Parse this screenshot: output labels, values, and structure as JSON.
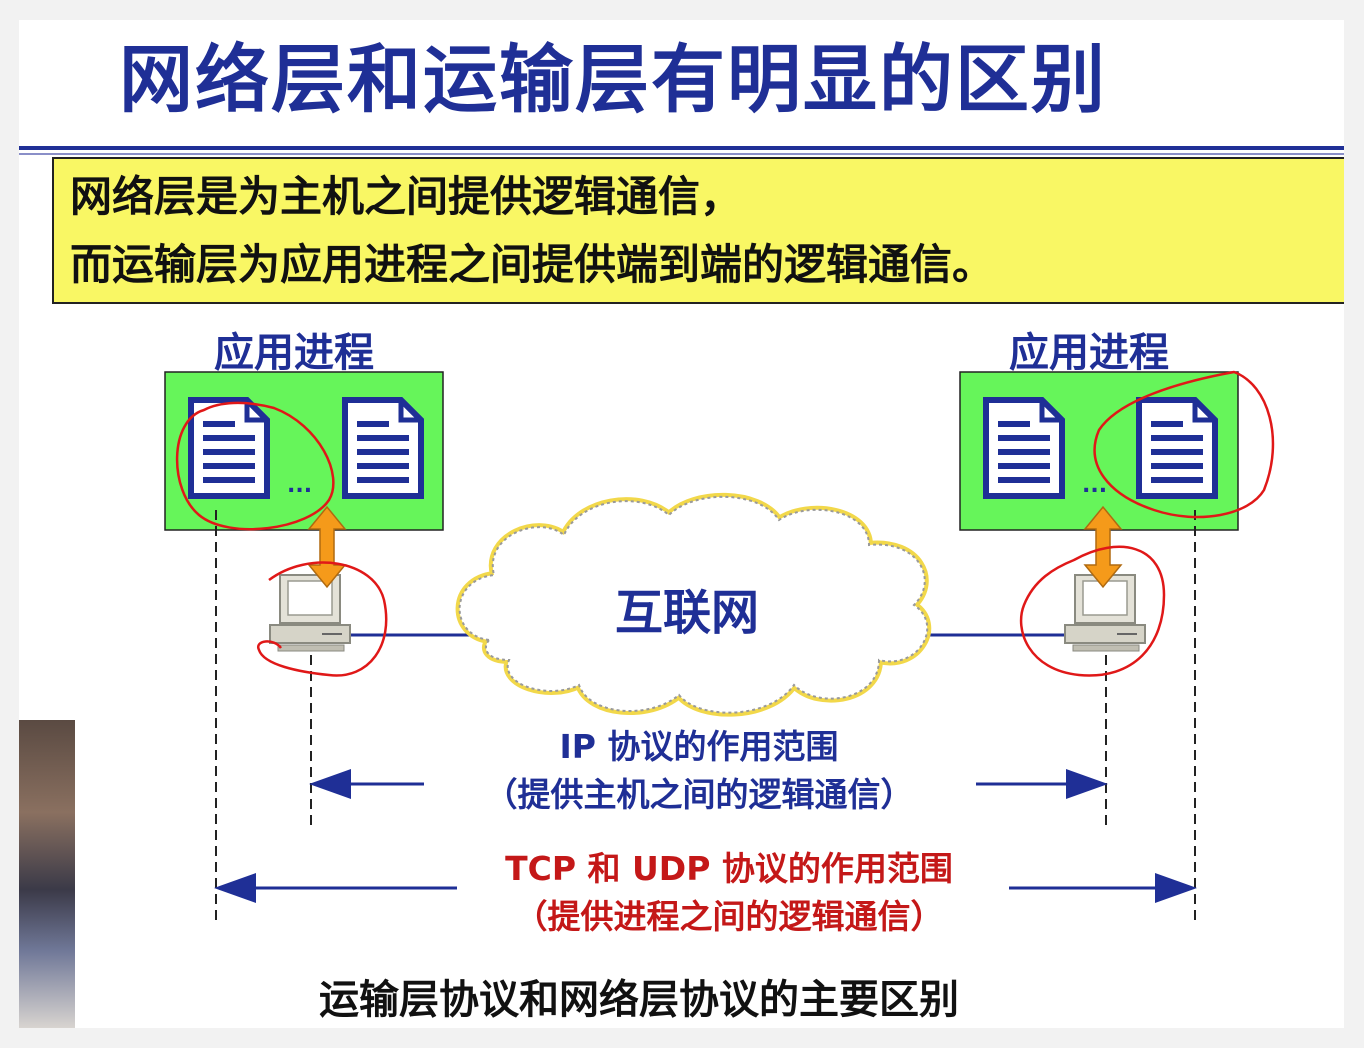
{
  "title": "网络层和运输层有明显的区别",
  "summary": {
    "line1": "网络层是为主机之间提供逻辑通信，",
    "line2": "而运输层为应用进程之间提供端到端的逻辑通信。"
  },
  "diagram": {
    "left_process_label": "应用进程",
    "right_process_label": "应用进程",
    "ellipsis_left": "...",
    "ellipsis_right": "...",
    "cloud_label": "互联网",
    "ip_scope_title": "IP 协议的作用范围",
    "ip_scope_desc": "（提供主机之间的逻辑通信）",
    "tcp_scope_title": "TCP 和 UDP 协议的作用范围",
    "tcp_scope_desc": "（提供进程之间的逻辑通信）"
  },
  "caption": "运输层协议和网络层协议的主要区别",
  "colors": {
    "title_blue": "#1f2f96",
    "highlight_yellow": "#f9f764",
    "process_green": "#66f55a",
    "arrow_orange": "#f59a1a",
    "annotation_red": "#e01818",
    "tcp_red": "#c41818"
  },
  "icons": [
    "document-icon",
    "computer-icon",
    "cloud-icon",
    "double-arrow-icon"
  ]
}
